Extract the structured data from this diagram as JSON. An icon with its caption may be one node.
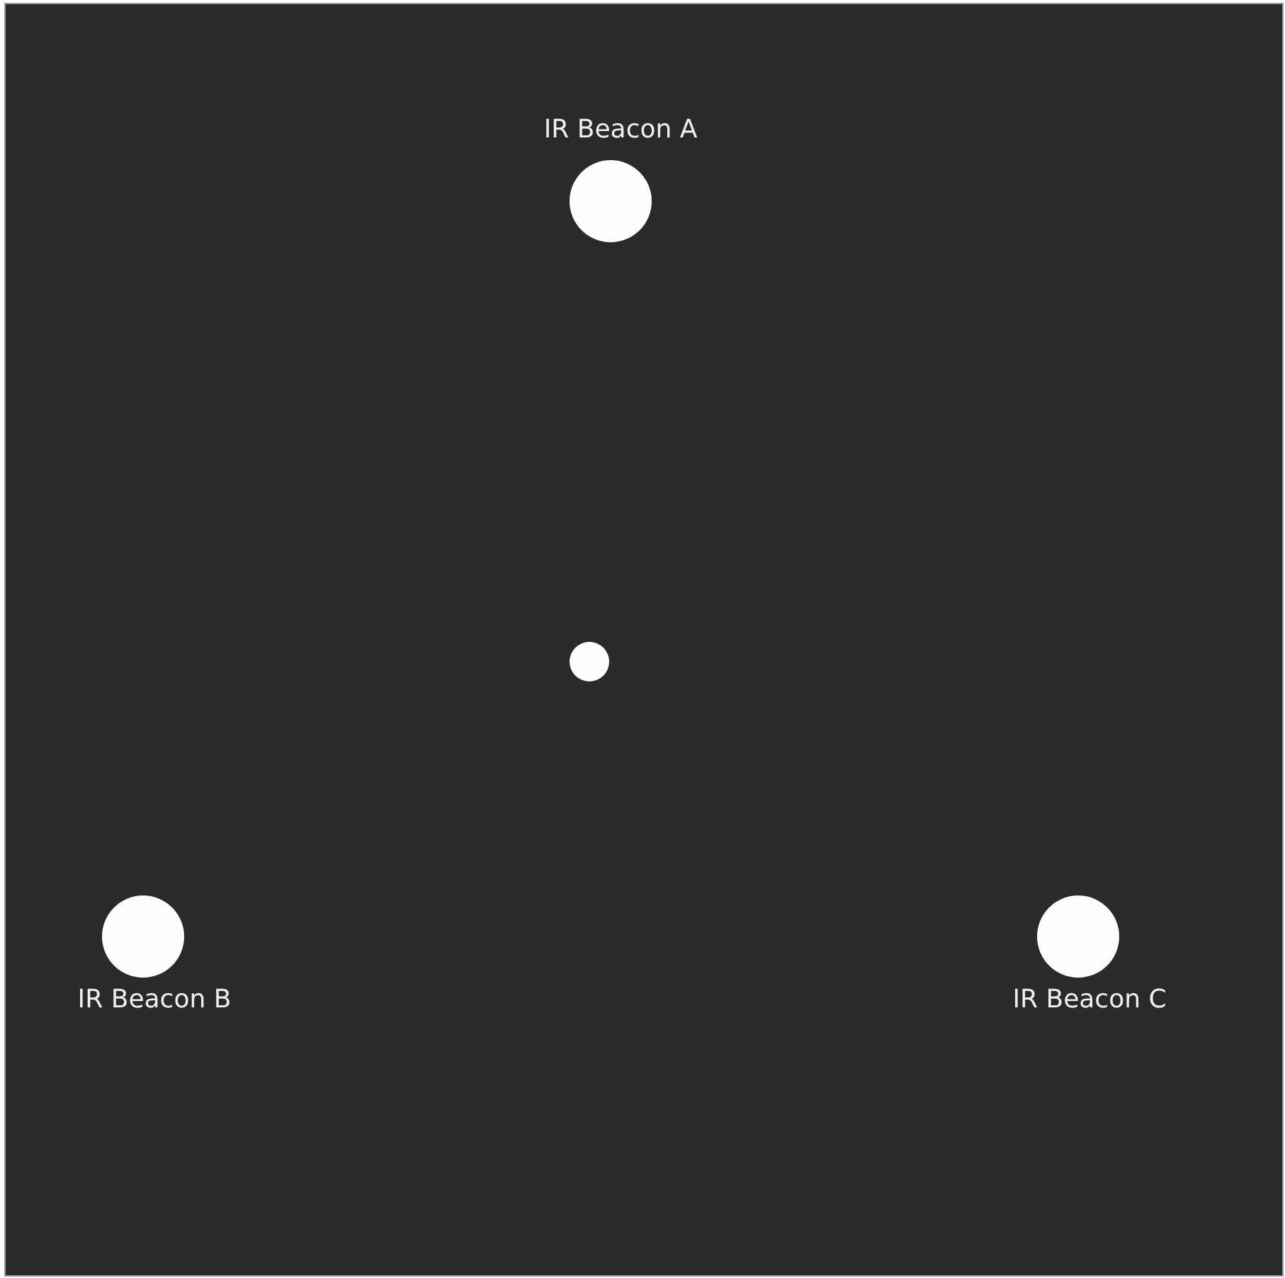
{
  "diagram": {
    "nodes": [
      {
        "text": [],
        "shape": "circle",
        "beside": [
          "IR Beacon A"
        ]
      },
      {
        "text": [],
        "shape": "circle"
      },
      {
        "text": [],
        "shape": "circle",
        "beside": [
          "IR Beacon B"
        ]
      },
      {
        "text": [],
        "shape": "circle",
        "beside": [
          "IR Beacon C"
        ]
      }
    ]
  }
}
